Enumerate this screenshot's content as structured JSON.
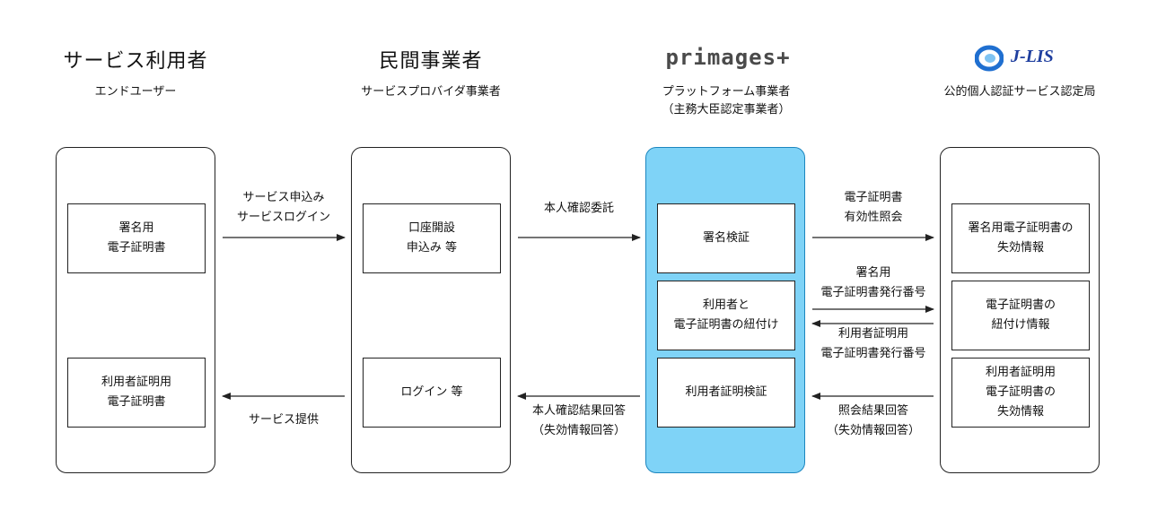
{
  "colors": {
    "highlight_fill": "#7fd3f7",
    "highlight_border": "#1c86bf",
    "jlis_blue": "#1f3f9f"
  },
  "icons": {
    "jlis": "j-lis-swirl-logo-icon"
  },
  "headers": [
    {
      "title": "サービス利用者",
      "subtitle": "エンドユーザー"
    },
    {
      "title": "民間事業者",
      "subtitle": "サービスプロバイダ事業者"
    },
    {
      "logo_text": "primages+",
      "subtitle": "プラットフォーム事業者\n（主務大臣認定事業者）"
    },
    {
      "logo_text": "J-LIS",
      "subtitle": "公的個人認証サービス認定局"
    }
  ],
  "boxes": {
    "user": [
      "署名用\n電子証明書",
      "利用者証明用\n電子証明書"
    ],
    "provider": [
      "口座開設\n申込み 等",
      "ログイン 等"
    ],
    "platform": [
      "署名検証",
      "利用者と\n電子証明書の紐付け",
      "利用者証明検証"
    ],
    "jlis": [
      "署名用電子証明書の\n失効情報",
      "電子証明書の\n紐付け情報",
      "利用者証明用\n電子証明書の\n失効情報"
    ]
  },
  "edges": {
    "user_to_provider": "サービス申込み\nサービスログイン",
    "provider_to_user": "サービス提供",
    "provider_to_platform": "本人確認委託",
    "platform_to_provider": "本人確認結果回答\n（失効情報回答）",
    "platform_to_jlis_1": "電子証明書\n有効性照会",
    "platform_to_jlis_2": "署名用\n電子証明書発行番号",
    "jlis_to_platform_1": "利用者証明用\n電子証明書発行番号",
    "jlis_to_platform_2": "照会結果回答\n（失効情報回答）"
  }
}
